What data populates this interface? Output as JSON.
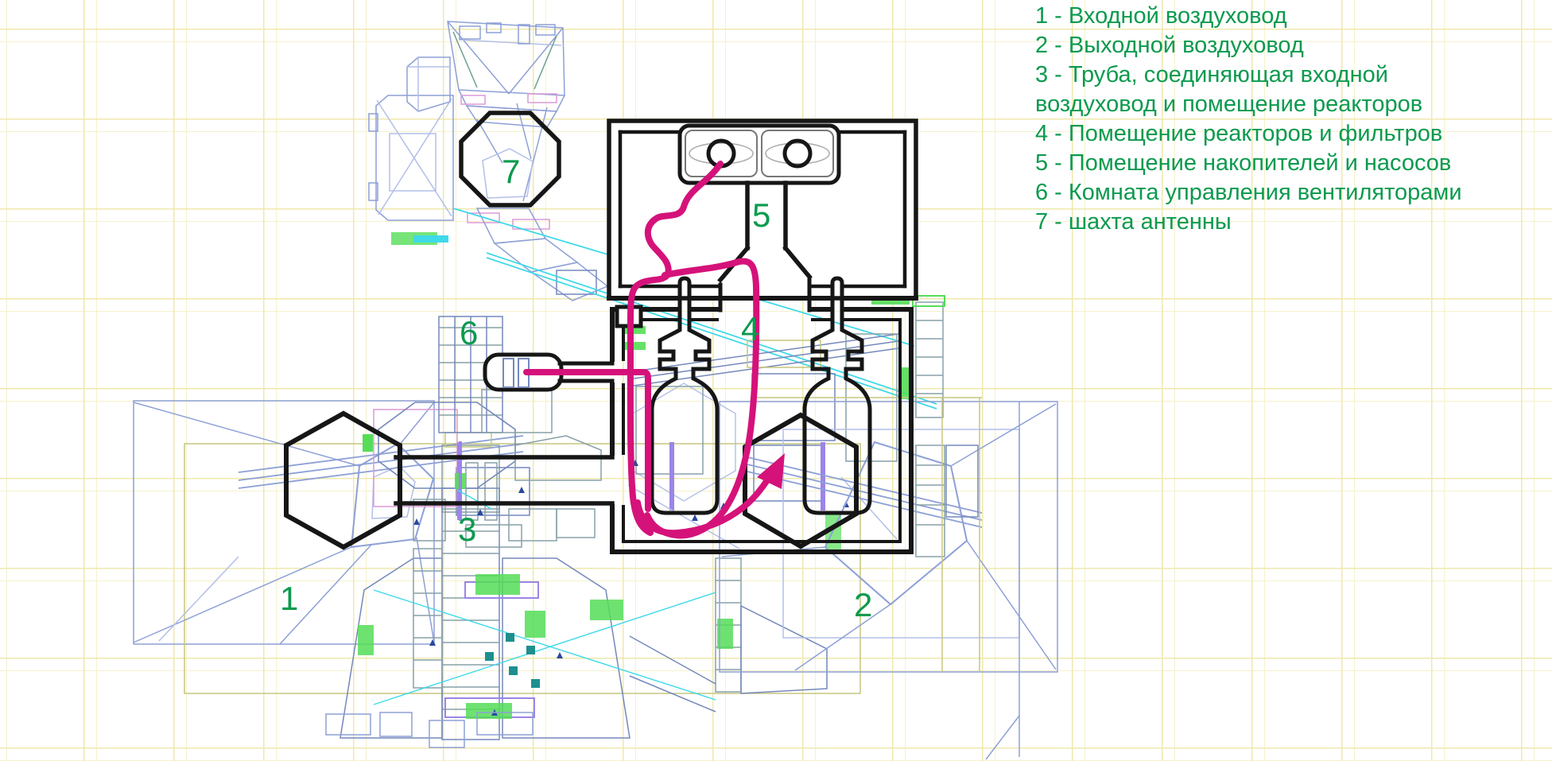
{
  "legend": {
    "items": [
      {
        "num": "1",
        "text": "1 - Входной воздуховод"
      },
      {
        "num": "2",
        "text": "2 - Выходной воздуховод"
      },
      {
        "num": "3",
        "text": "3 - Труба, соединяющая входной воздуховод и помещение реакторов"
      },
      {
        "num": "4",
        "text": "4 - Помещение реакторов и фильтров"
      },
      {
        "num": "5",
        "text": "5 - Помещение накопителей и насосов"
      },
      {
        "num": "6",
        "text": "6 - Комната управления вентиляторами"
      },
      {
        "num": "7",
        "text": "7 - шахта антенны"
      }
    ]
  },
  "drawing": {
    "markers": [
      {
        "num": "1"
      },
      {
        "num": "2"
      },
      {
        "num": "3"
      },
      {
        "num": "4"
      },
      {
        "num": "5"
      },
      {
        "num": "6"
      },
      {
        "num": "7"
      }
    ]
  },
  "colors": {
    "annotation_green": "#0b9a4e",
    "flow_magenta": "#d5127a",
    "outline_black": "#161616",
    "cad_blue": "#8da0d6",
    "cad_cyan": "#3fd9e9",
    "cad_green": "#55dd57",
    "cad_olive": "#c6c57e",
    "cad_purple": "#9b85e8",
    "grid_yellow": "#ece189"
  }
}
